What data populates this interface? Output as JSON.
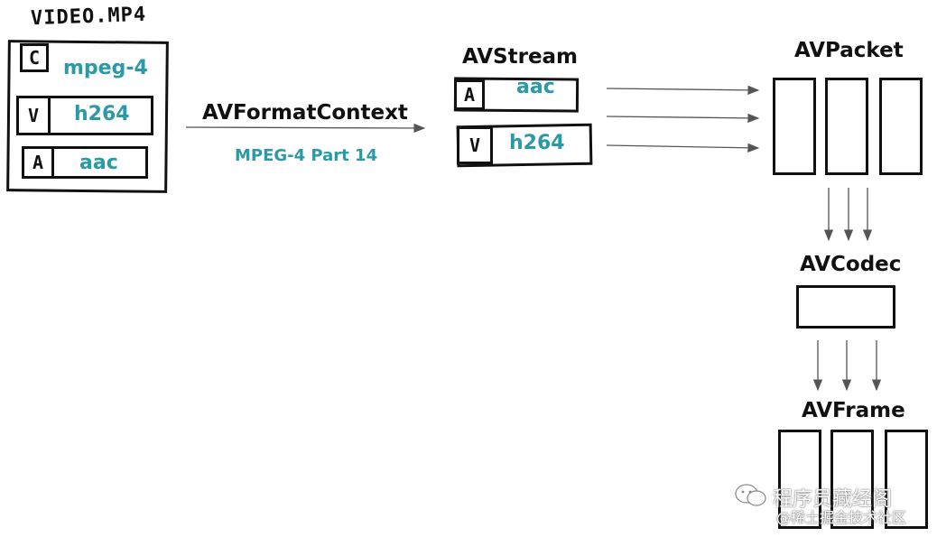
{
  "file": {
    "title": "VIDEO.MP4",
    "rows": [
      {
        "tag": "C",
        "value": "mpeg-4"
      },
      {
        "tag": "V",
        "value": "h264"
      },
      {
        "tag": "A",
        "value": "aac"
      }
    ]
  },
  "format_context": {
    "title": "AVFormatContext",
    "subtitle": "MPEG-4 Part 14"
  },
  "stream": {
    "title": "AVStream",
    "rows": [
      {
        "tag": "A",
        "value": "aac"
      },
      {
        "tag": "V",
        "value": "h264"
      }
    ]
  },
  "packet": {
    "title": "AVPacket"
  },
  "codec": {
    "title": "AVCodec"
  },
  "frame": {
    "title": "AVFrame"
  },
  "watermark": {
    "line1": "程序员藏经阁",
    "line2": "@稀土掘金技术社区"
  },
  "colors": {
    "accent": "#2a9aa7",
    "ink": "#111111",
    "arrow": "#555555"
  }
}
